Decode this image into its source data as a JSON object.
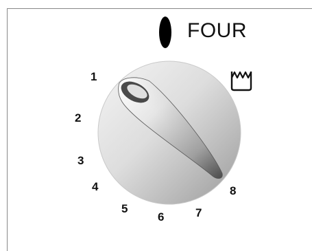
{
  "panel": {
    "label": "FOUR",
    "indicator": "oven-indicator-light",
    "oven_symbol": "oven-heat-icon"
  },
  "knob": {
    "positions": [
      "1",
      "2",
      "3",
      "4",
      "5",
      "6",
      "7",
      "8"
    ],
    "selected": "8"
  },
  "colors": {
    "indicator": "#000000",
    "text": "#111111",
    "border": "#888888",
    "knob_light": "#f2f2f2",
    "knob_dark": "#9a9a9a"
  }
}
